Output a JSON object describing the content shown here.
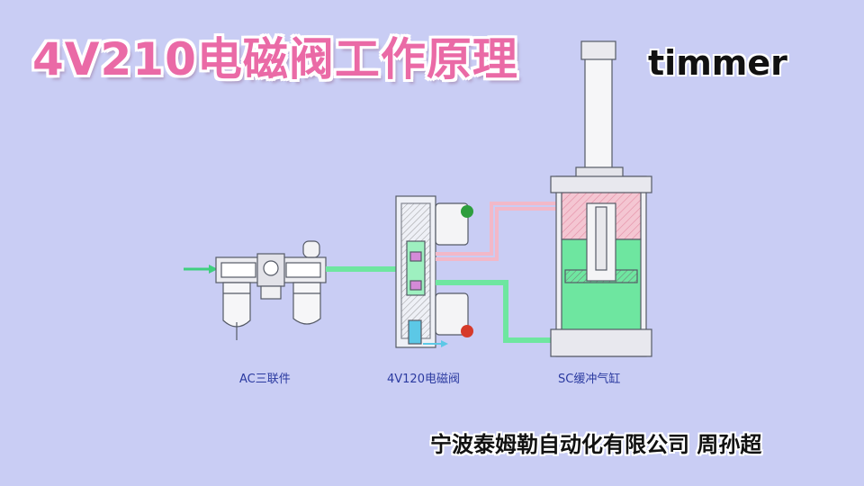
{
  "title": "4V210电磁阀工作原理",
  "brand": "timmer",
  "credit": "宁波泰姆勒自动化有限公司 周孙超",
  "labels": {
    "frl": "AC三联件",
    "valve": "4V120电磁阀",
    "cylinder": "SC缓冲气缸"
  },
  "colors": {
    "background": "#c9cdf4",
    "title": "#ea6aa6",
    "air_pressure": "#6ee6a0",
    "exhaust": "#f2b8c8",
    "indicator_on": "#2e9e3e",
    "indicator_off": "#d63a2a",
    "component_outline": "#555a66",
    "label": "#2b3aa0"
  }
}
